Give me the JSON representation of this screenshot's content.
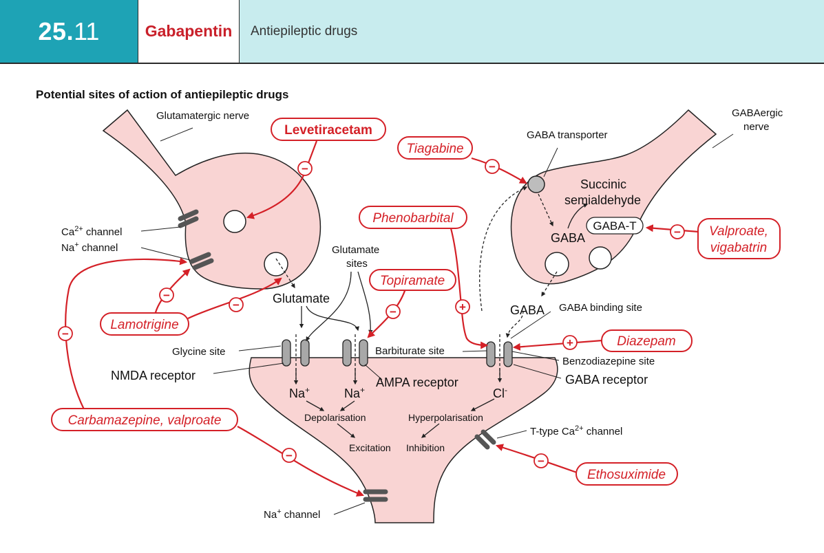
{
  "header": {
    "chapter_main": "25.",
    "chapter_sub": "11",
    "title": "Gabapentin",
    "subtitle": "Antiepileptic drugs"
  },
  "diagram": {
    "heading": "Potential sites of action of antiepileptic drugs",
    "structures": {
      "glutamatergic_nerve": "Glutamatergic nerve",
      "gabaergic_nerve_line1": "GABAergic",
      "gabaergic_nerve_line2": "nerve",
      "gaba_transporter": "GABA transporter",
      "succinic_line1": "Succinic",
      "succinic_line2": "semialdehyde",
      "gaba_t": "GABA-T",
      "gaba_inside": "GABA",
      "gaba_released": "GABA",
      "gaba_binding_site": "GABA binding site",
      "glutamate": "Glutamate",
      "glutamate_sites_line1": "Glutamate",
      "glutamate_sites_line2": "sites",
      "glycine_site": "Glycine site",
      "nmda_receptor": "NMDA receptor",
      "ampa_receptor": "AMPA receptor",
      "barbiturate_site": "Barbiturate site",
      "benzodiazepine_site": "Benzodiazepine site",
      "gaba_receptor": "GABA receptor",
      "na_ion_1": "Na",
      "na_ion_2": "Na",
      "plus_sign": "+",
      "cl_ion": "Cl",
      "minus_sign": "-",
      "depolarisation": "Depolarisation",
      "hyperpolarisation": "Hyperpolarisation",
      "excitation": "Excitation",
      "inhibition": "Inhibition",
      "t_type_channel_prefix": "T-type Ca",
      "t_type_channel_sup": "2+",
      "t_type_channel_suffix": " channel",
      "ca_channel_prefix": "Ca",
      "ca_channel_sup": "2+",
      "ca_channel_suffix": " channel",
      "na_channel_prefix": "Na",
      "na_channel_sup": "+",
      "na_channel_suffix": " channel",
      "na_channel_post_prefix": "Na",
      "na_channel_post_sup": "+",
      "na_channel_post_suffix": " channel"
    },
    "drugs": {
      "levetiracetam": "Levetiracetam",
      "tiagabine": "Tiagabine",
      "phenobarbital": "Phenobarbital",
      "valproate_vigabatrin_line1": "Valproate,",
      "valproate_vigabatrin_line2": "vigabatrin",
      "topiramate": "Topiramate",
      "lamotrigine": "Lamotrigine",
      "diazepam": "Diazepam",
      "carbamazepine_valproate": "Carbamazepine, valproate",
      "ethosuximide": "Ethosuximide"
    },
    "effect_signs": {
      "inhibit": "−",
      "enhance": "+"
    },
    "colors": {
      "accent_red": "#d42027",
      "neuron_fill": "#f9d4d3",
      "header_teal": "#1ea3b5",
      "header_light": "#c8ecee"
    }
  }
}
